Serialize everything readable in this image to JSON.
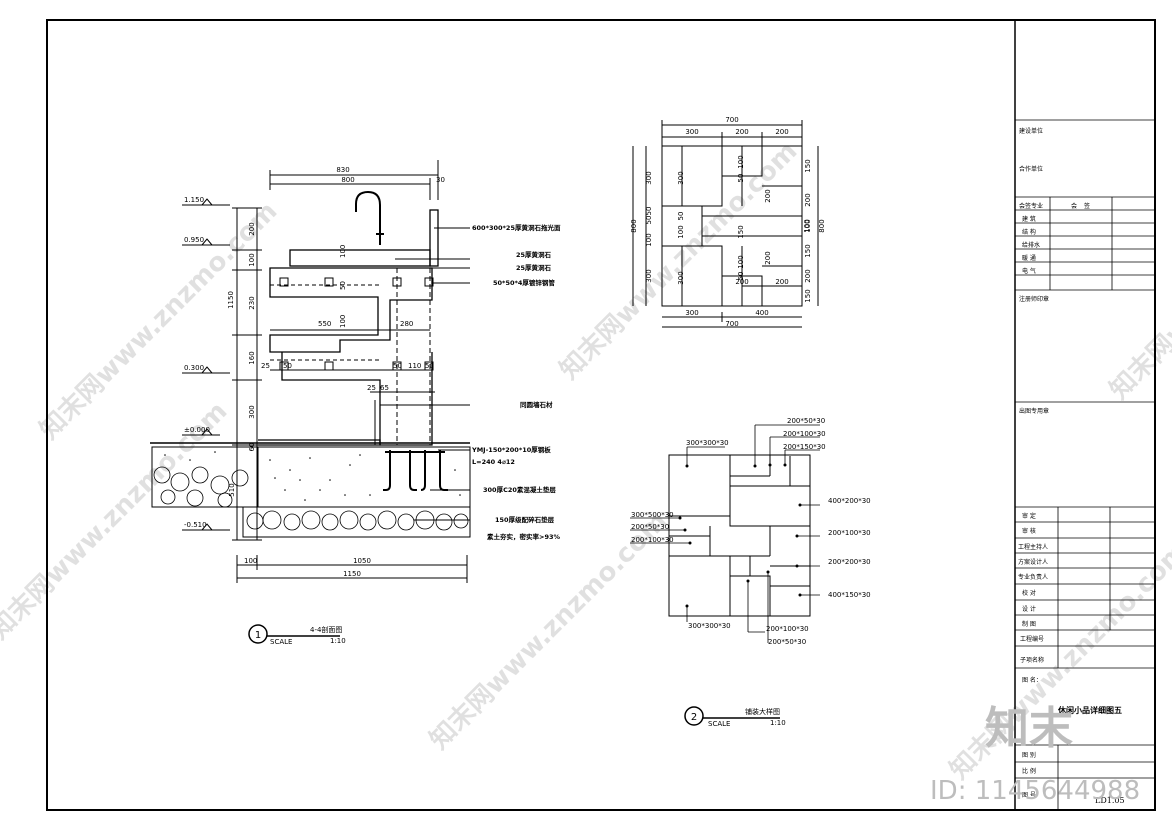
{
  "section": {
    "number": "1",
    "title": "4-4剖面图",
    "scale_label": "SCALE",
    "scale": "1:10",
    "levels": [
      "1.150",
      "0.950",
      "0.300",
      "±0.000",
      "-0.510"
    ],
    "top_dims": [
      "830",
      "800",
      "30"
    ],
    "vert_dims": [
      "200",
      "100",
      "230",
      "160",
      "300",
      "60",
      "510"
    ],
    "total_height": "1150",
    "inner_dims": [
      "550",
      "280",
      "25",
      "50",
      "50",
      "110",
      "50",
      "65",
      "100",
      "50",
      "100",
      "25"
    ],
    "bottom_dims": [
      "100",
      "1050",
      "1150"
    ],
    "notes": [
      "600*300*25厚黄洞石拖光面",
      "25厚黄洞石",
      "25厚黄洞石",
      "50*50*4厚镀锌钢管",
      "同圆墙石材",
      "YMJ-150*200*10厚钢板",
      "L=240 4⌀12",
      "300厚C20素混凝土垫层",
      "150厚级配碎石垫层",
      "素土夯实，密实率>93%"
    ]
  },
  "plan": {
    "top_total": "700",
    "top_dims": [
      "300",
      "200",
      "200"
    ],
    "bottom_dims": [
      "300",
      "400"
    ],
    "bottom_total": "700",
    "left_total": "800",
    "left_dims": [
      "300",
      "100",
      "50",
      "50",
      "300"
    ],
    "inner_labels": [
      "300",
      "100",
      "50",
      "200",
      "50",
      "100",
      "150",
      "300",
      "100",
      "50",
      "200",
      "200",
      "100",
      "200"
    ],
    "right_dims": [
      "150",
      "200",
      "100",
      "150",
      "200",
      "150"
    ],
    "right_total": "800"
  },
  "paving": {
    "number": "2",
    "title": "铺装大样图",
    "scale_label": "SCALE",
    "scale": "1:10",
    "labels_top": [
      "200*50*30",
      "200*100*30",
      "200*150*30",
      "300*300*30"
    ],
    "labels_right": [
      "400*200*30",
      "200*100*30",
      "200*200*30",
      "400*150*30"
    ],
    "labels_left": [
      "300*500*30",
      "200*50*30",
      "200*100*30"
    ],
    "labels_bottom": [
      "300*300*30",
      "200*100*30",
      "200*50*30"
    ]
  },
  "title_block": {
    "rows_top": [
      "建设单位",
      "合作单位"
    ],
    "disciplines_header": [
      "会签专业",
      "会",
      "签"
    ],
    "disciplines": [
      "建 筑",
      "结 构",
      "给排水",
      "暖 通",
      "电 气"
    ],
    "stamp_1": "注册师印章",
    "stamp_2": "出图专用章",
    "roles": [
      "审 定",
      "审 核",
      "工程主持人",
      "方案设计人",
      "专业负责人",
      "校 对",
      "设 计",
      "制 图",
      "工程编号",
      "子项名称",
      "图 名："
    ],
    "drawing_name": "休闲小品详细图五",
    "bottom_rows": [
      "图 别",
      "比 例",
      "图 号"
    ],
    "drawing_no": "LD1.05"
  },
  "watermark": {
    "text": "知末网www.znzmo.com",
    "brand": "知末",
    "id_text": "ID: 1145644988"
  }
}
